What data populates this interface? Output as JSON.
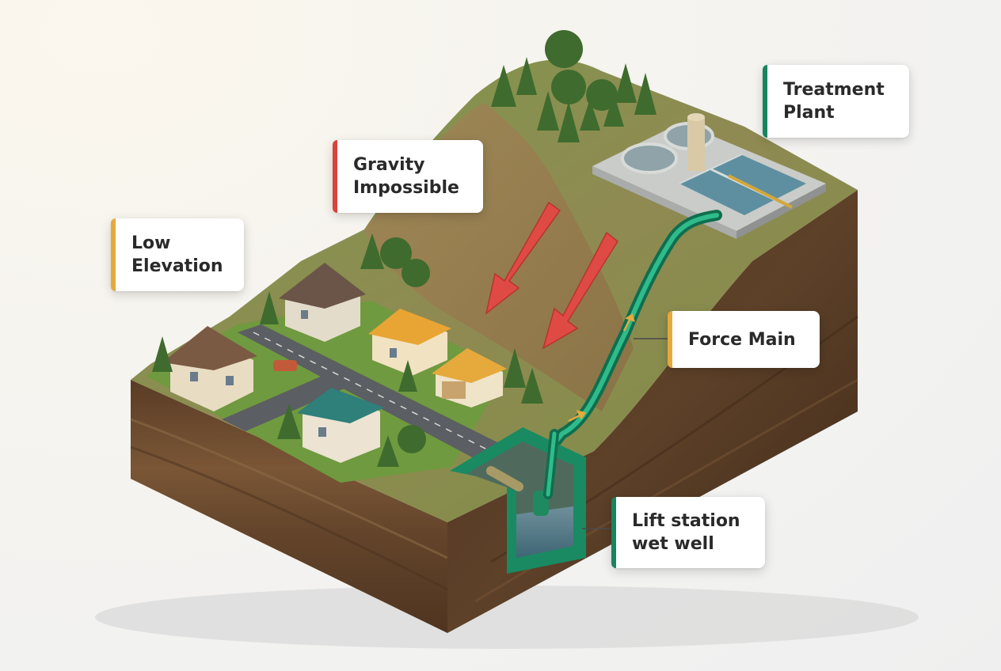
{
  "labels": {
    "low_elevation": "Low\nElevation",
    "gravity": "Gravity\nImpossible",
    "treatment_plant": "Treatment\nPlant",
    "force_main": "Force Main",
    "lift_station": "Lift station\nwet well"
  },
  "colors": {
    "low_elevation": "#e6a93c",
    "gravity": "#d9433b",
    "treatment_plant": "#17845f",
    "force_main": "#e6a93c",
    "lift_station": "#17845f",
    "pipe": "#1b9a70",
    "arrow": "#e04a44",
    "grass": "#6d9440",
    "soil": "#6b4a2f"
  },
  "icons": {
    "arrows": "red-downhill-arrow",
    "flow": "yellow-flow-arrow",
    "pump": "pump-icon"
  }
}
